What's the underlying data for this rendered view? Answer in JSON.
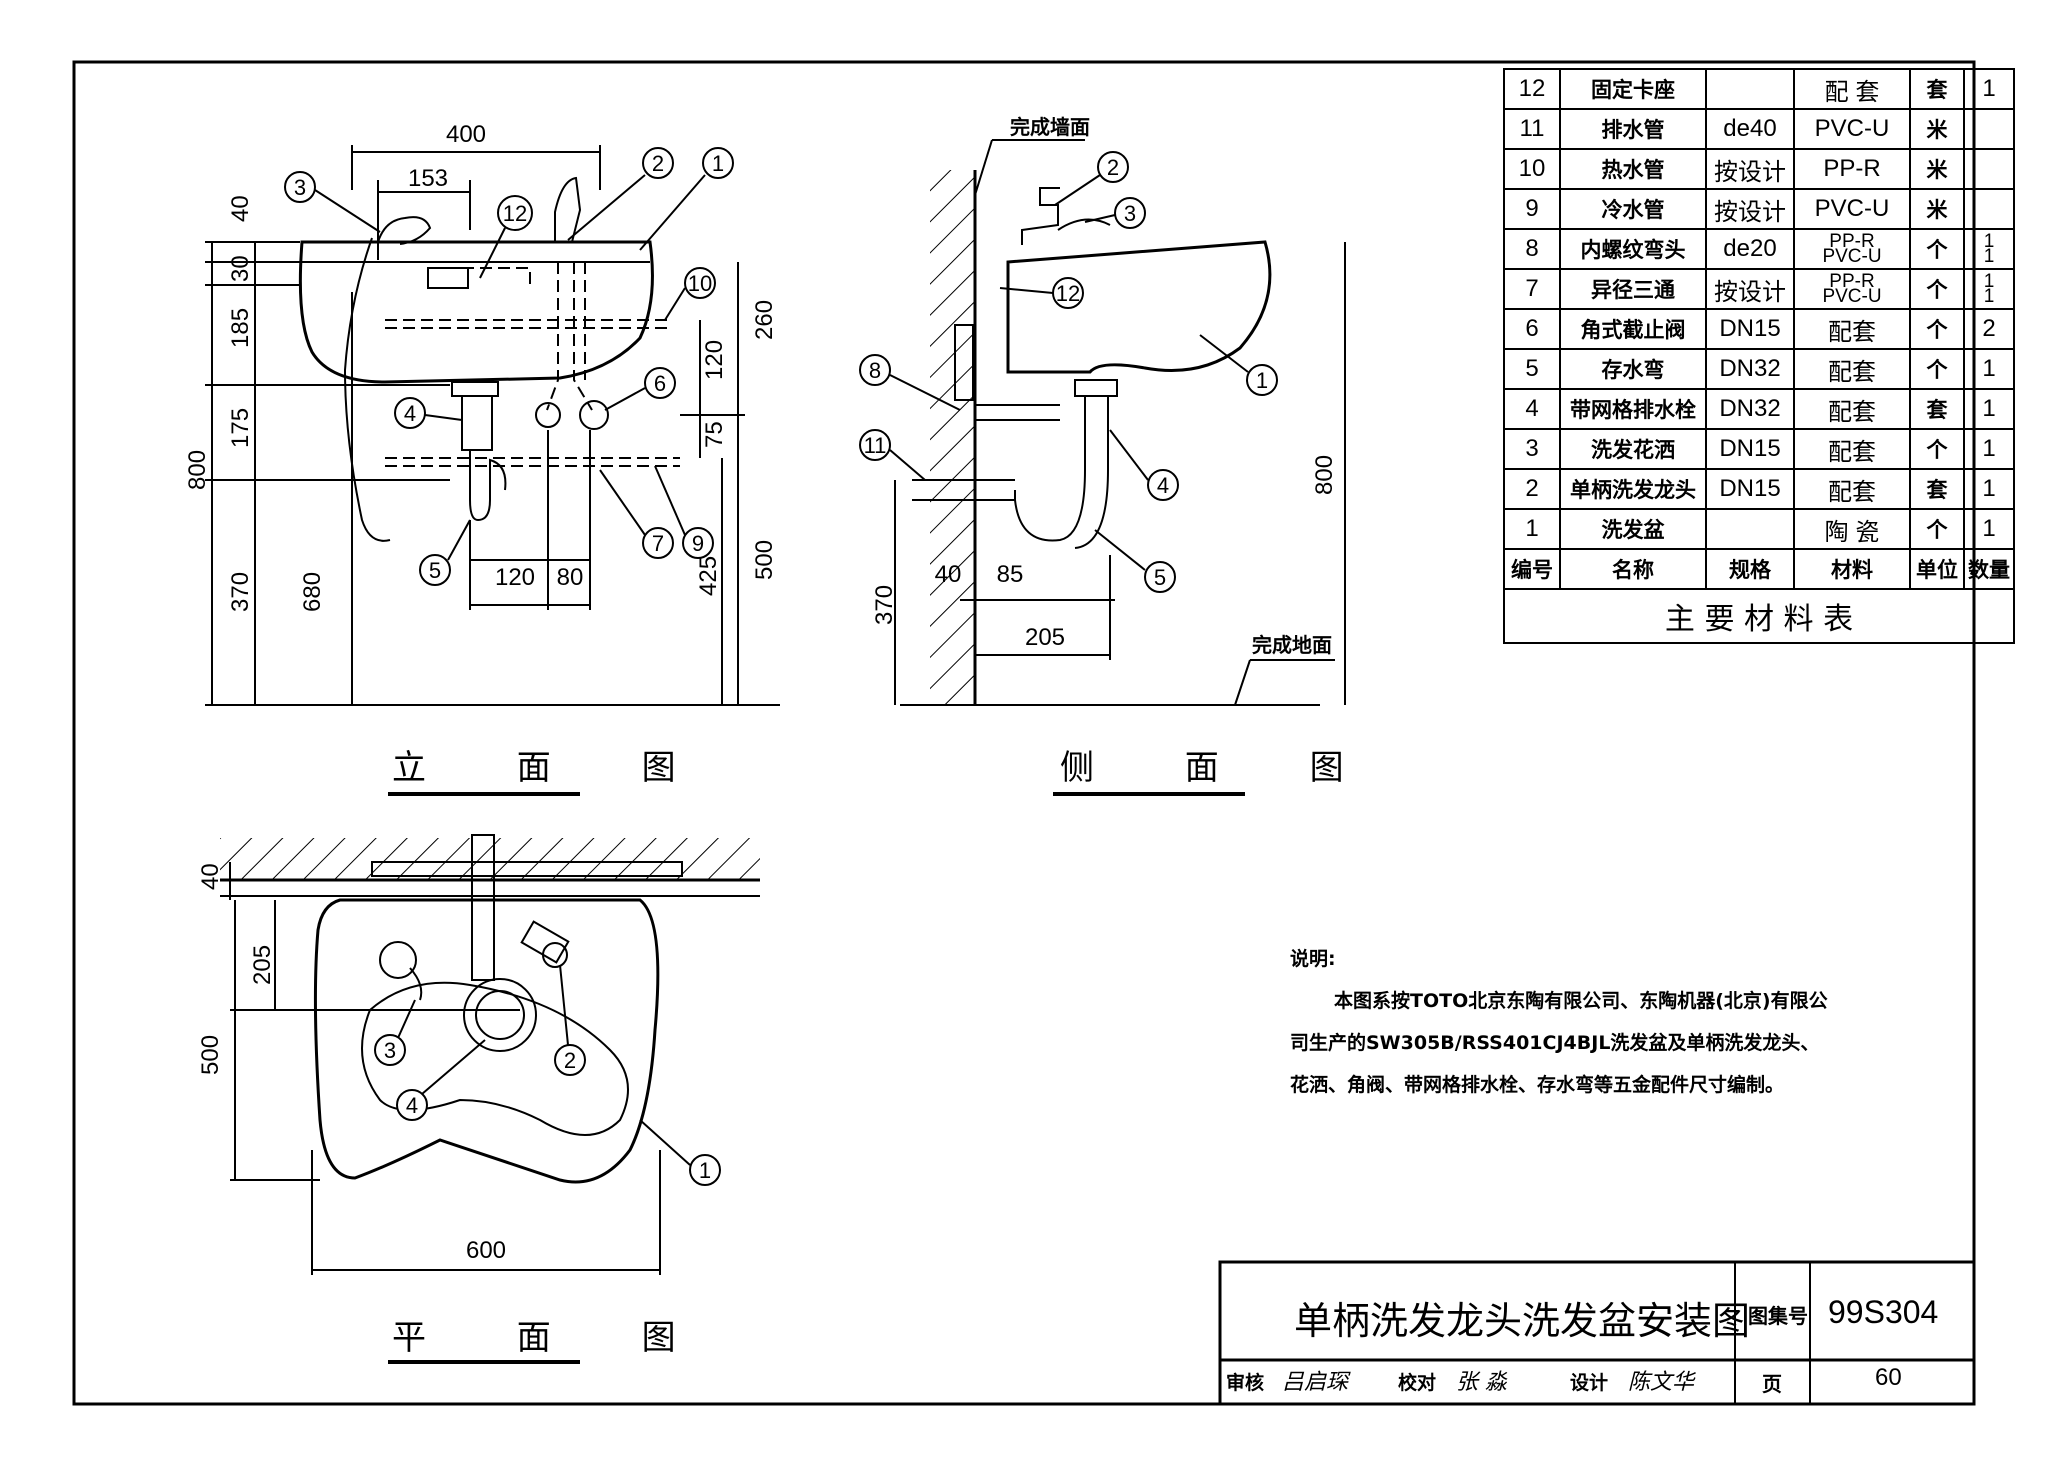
{
  "views": {
    "elevation": "立 面 图",
    "side": "侧 面 图",
    "plan": "平 面 图"
  },
  "labels": {
    "finished_wall": "完成墙面",
    "finished_floor": "完成地面"
  },
  "elevation_dims": {
    "width": "400",
    "offset": "153",
    "d40": "40",
    "d30": "30",
    "d185": "185",
    "d175": "175",
    "d370": "370",
    "d800": "800",
    "d680": "680",
    "d260": "260",
    "d120v": "120",
    "d75": "75",
    "d500": "500",
    "d425": "425",
    "d120h": "120",
    "d80": "80"
  },
  "side_dims": {
    "d800": "800",
    "d370": "370",
    "d40": "40",
    "d85": "85",
    "d205": "205"
  },
  "plan_dims": {
    "d40": "40",
    "d205": "205",
    "d500": "500",
    "d600": "600"
  },
  "callouts": {
    "e1": "1",
    "e2": "2",
    "e3": "3",
    "e4": "4",
    "e5": "5",
    "e6": "6",
    "e7": "7",
    "e9": "9",
    "e10": "10",
    "e12": "12",
    "s1": "1",
    "s2": "2",
    "s3": "3",
    "s4": "4",
    "s5": "5",
    "s8": "8",
    "s11": "11",
    "s12": "12",
    "p1": "1",
    "p2": "2",
    "p3": "3",
    "p4": "4"
  },
  "materials": {
    "rows": [
      {
        "no": "12",
        "name": "固定卡座",
        "spec": "",
        "material": "配 套",
        "unit": "套",
        "qty": "1"
      },
      {
        "no": "11",
        "name": "排水管",
        "spec": "de40",
        "material": "PVC-U",
        "unit": "米",
        "qty": ""
      },
      {
        "no": "10",
        "name": "热水管",
        "spec": "按设计",
        "material": "PP-R",
        "unit": "米",
        "qty": ""
      },
      {
        "no": "9",
        "name": "冷水管",
        "spec": "按设计",
        "material": "PVC-U",
        "unit": "米",
        "qty": ""
      },
      {
        "no": "8",
        "name": "内螺纹弯头",
        "spec": "de20",
        "material": "PP-R",
        "material2": "PVC-U",
        "unit": "个",
        "qty": "1",
        "qty2": "1"
      },
      {
        "no": "7",
        "name": "异径三通",
        "spec": "按设计",
        "material": "PP-R",
        "material2": "PVC-U",
        "unit": "个",
        "qty": "1",
        "qty2": "1"
      },
      {
        "no": "6",
        "name": "角式截止阀",
        "spec": "DN15",
        "material": "配套",
        "unit": "个",
        "qty": "2"
      },
      {
        "no": "5",
        "name": "存水弯",
        "spec": "DN32",
        "material": "配套",
        "unit": "个",
        "qty": "1"
      },
      {
        "no": "4",
        "name": "带网格排水栓",
        "spec": "DN32",
        "material": "配套",
        "unit": "套",
        "qty": "1"
      },
      {
        "no": "3",
        "name": "洗发花洒",
        "spec": "DN15",
        "material": "配套",
        "unit": "个",
        "qty": "1"
      },
      {
        "no": "2",
        "name": "单柄洗发龙头",
        "spec": "DN15",
        "material": "配套",
        "unit": "套",
        "qty": "1"
      },
      {
        "no": "1",
        "name": "洗发盆",
        "spec": "",
        "material": "陶 瓷",
        "unit": "个",
        "qty": "1"
      }
    ],
    "header": {
      "no": "编号",
      "name": "名称",
      "spec": "规格",
      "material": "材料",
      "unit": "单位",
      "qty": "数量"
    },
    "caption": "主 要 材 料 表"
  },
  "note": {
    "heading": "说明:",
    "line1": "本图系按TOTO北京东陶有限公司、东陶机器(北京)有限公",
    "line2": "司生产的SW305B/RSS401CJ4BJL洗发盆及单柄洗发龙头、",
    "line3": "花洒、角阀、带网格排水栓、存水弯等五金配件尺寸编制。"
  },
  "title_block": {
    "title": "单柄洗发龙头洗发盆安装图",
    "atlas_label": "图集号",
    "atlas_no": "99S304",
    "review": "审核",
    "review_sig": "吕启琛",
    "check": "校对",
    "check_sig": "张 淼",
    "design": "设计",
    "design_sig": "陈文华",
    "page_label": "页",
    "page_no": "60"
  }
}
